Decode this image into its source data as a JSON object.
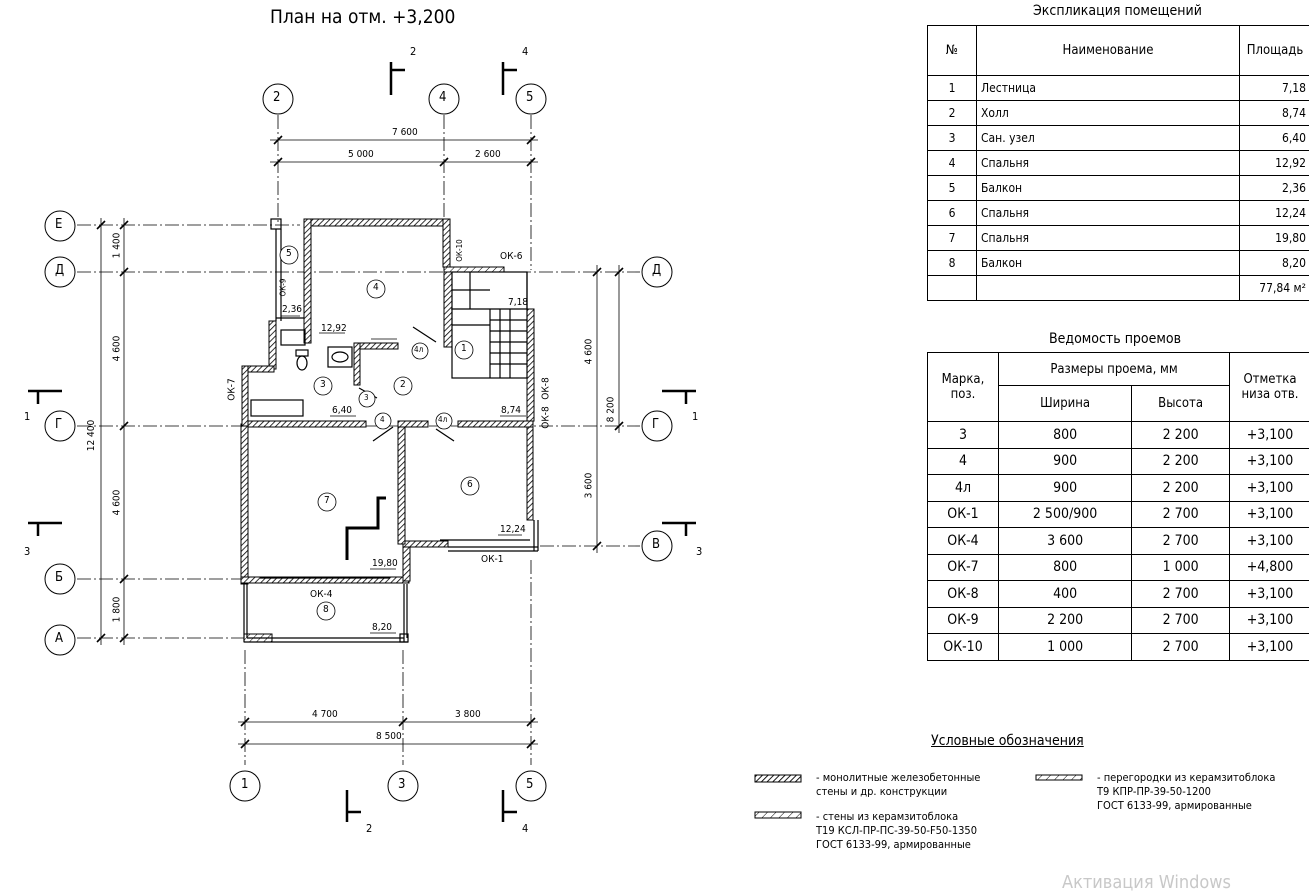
{
  "plan": {
    "title": "План на отм. +3,200",
    "axes_top": [
      "2",
      "4",
      "5"
    ],
    "axes_bottom": [
      "1",
      "3",
      "5"
    ],
    "axes_left": [
      "Е",
      "Д",
      "Г",
      "Б",
      "А"
    ],
    "axes_right": [
      "Д",
      "Г",
      "В"
    ],
    "sections": {
      "top_a": "2",
      "top_b": "4",
      "bottom_a": "2",
      "bottom_b": "4",
      "left_1": "1",
      "left_3": "3",
      "right_1": "1",
      "right_3": "3"
    },
    "dims_top": {
      "overall": "7 600",
      "a": "5 000",
      "b": "2 600"
    },
    "dims_bottom": {
      "a": "4 700",
      "b": "3 800",
      "overall": "8 500"
    },
    "dims_left": {
      "overall": "12 400",
      "a": "1 400",
      "b": "4 600",
      "c": "4 600",
      "d": "1 800"
    },
    "dims_right": {
      "a": "4 600",
      "b": "3 600",
      "overall": "8 200"
    },
    "room_numbers": [
      "5",
      "4",
      "1",
      "3",
      "2",
      "7",
      "6",
      "8"
    ],
    "room_areas": [
      "2,36",
      "12,92",
      "7,18",
      "6,40",
      "8,74",
      "12,24",
      "19,80",
      "8,20"
    ],
    "door_tags": [
      "4л",
      "3",
      "4",
      "4л"
    ],
    "opening_tags": [
      "ОК-10",
      "ОК-9",
      "ОК-6",
      "ОК-7",
      "ОК-8",
      "ОК-8",
      "ОК-1",
      "ОК-4"
    ]
  },
  "explication": {
    "title": "Экспликация помещений",
    "headers": [
      "№",
      "Наименование",
      "Площадь"
    ],
    "rows": [
      [
        "1",
        "Лестница",
        "7,18"
      ],
      [
        "2",
        "Холл",
        "8,74"
      ],
      [
        "3",
        "Сан. узел",
        "6,40"
      ],
      [
        "4",
        "Спальня",
        "12,92"
      ],
      [
        "5",
        "Балкон",
        "2,36"
      ],
      [
        "6",
        "Спальня",
        "12,24"
      ],
      [
        "7",
        "Спальня",
        "19,80"
      ],
      [
        "8",
        "Балкон",
        "8,20"
      ]
    ],
    "total": "77,84 м²"
  },
  "openings": {
    "title": "Ведомость проемов",
    "header_mark": "Марка, поз.",
    "header_sizes": "Размеры проема, мм",
    "header_width": "Ширина",
    "header_height": "Высота",
    "header_level": "Отметка низа отв.",
    "rows": [
      [
        "3",
        "800",
        "2 200",
        "+3,100"
      ],
      [
        "4",
        "900",
        "2 200",
        "+3,100"
      ],
      [
        "4л",
        "900",
        "2 200",
        "+3,100"
      ],
      [
        "ОК-1",
        "2 500/900",
        "2 700",
        "+3,100"
      ],
      [
        "ОК-4",
        "3 600",
        "2 700",
        "+3,100"
      ],
      [
        "ОК-7",
        "800",
        "1 000",
        "+4,800"
      ],
      [
        "ОК-8",
        "400",
        "2 700",
        "+3,100"
      ],
      [
        "ОК-9",
        "2 200",
        "2 700",
        "+3,100"
      ],
      [
        "ОК-10",
        "1 000",
        "2 700",
        "+3,100"
      ]
    ]
  },
  "legend": {
    "title": "Условные обозначения",
    "items": [
      "- монолитные железобетонные\nстены и др. конструкции",
      "- стены из керамзитоблока\nТ19 КСЛ-ПР-ПС-39-50-F50-1350\nГОСТ 6133-99, армированные",
      "- перегородки из керамзитоблока\nТ9 КПР-ПР-39-50-1200\nГОСТ 6133-99, армированные"
    ]
  },
  "watermark": "Активация Windows"
}
